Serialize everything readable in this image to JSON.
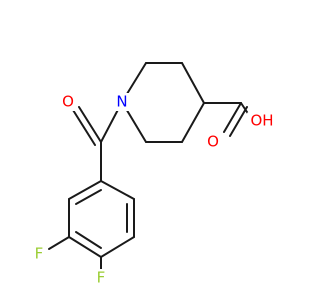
{
  "structure": {
    "atoms": [
      {
        "id": "N1",
        "symbol": "N",
        "color": "#0000ff"
      },
      {
        "id": "O_ketone",
        "symbol": "O",
        "color": "#ff0000"
      },
      {
        "id": "O_acid_double",
        "symbol": "O",
        "color": "#ff0000"
      },
      {
        "id": "OH_acid",
        "symbol": "OH",
        "color": "#ff0000"
      },
      {
        "id": "F3",
        "symbol": "F",
        "color": "#9acd32"
      },
      {
        "id": "F4",
        "symbol": "F",
        "color": "#9acd32"
      }
    ],
    "colors": {
      "bond": "#1a1a1a",
      "background": "#ffffff"
    }
  }
}
